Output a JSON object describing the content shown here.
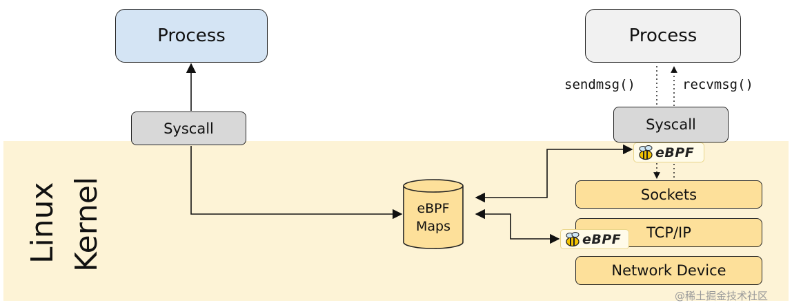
{
  "kernel": {
    "label_line1": "Linux",
    "label_line2": "Kernel"
  },
  "left": {
    "process_label": "Process",
    "syscall_label": "Syscall"
  },
  "right": {
    "process_label": "Process",
    "syscall_label": "Syscall",
    "send_label": "sendmsg()",
    "recv_label": "recvmsg()"
  },
  "maps": {
    "line1": "eBPF",
    "line2": "Maps"
  },
  "stack": {
    "sockets": "Sockets",
    "tcpip": "TCP/IP",
    "network_device": "Network Device"
  },
  "badges": {
    "top_text": "eBPF",
    "bottom_text": "eBPF"
  },
  "watermark": "@稀土掘金技术社区",
  "colors": {
    "kernel_band": "#fdf3d6",
    "process_left": "#d4e4f4",
    "process_right": "#f1f1f1",
    "syscall": "#d8d8d8",
    "stack_box": "#fde09a",
    "maps_cylinder": "#fde09a"
  }
}
